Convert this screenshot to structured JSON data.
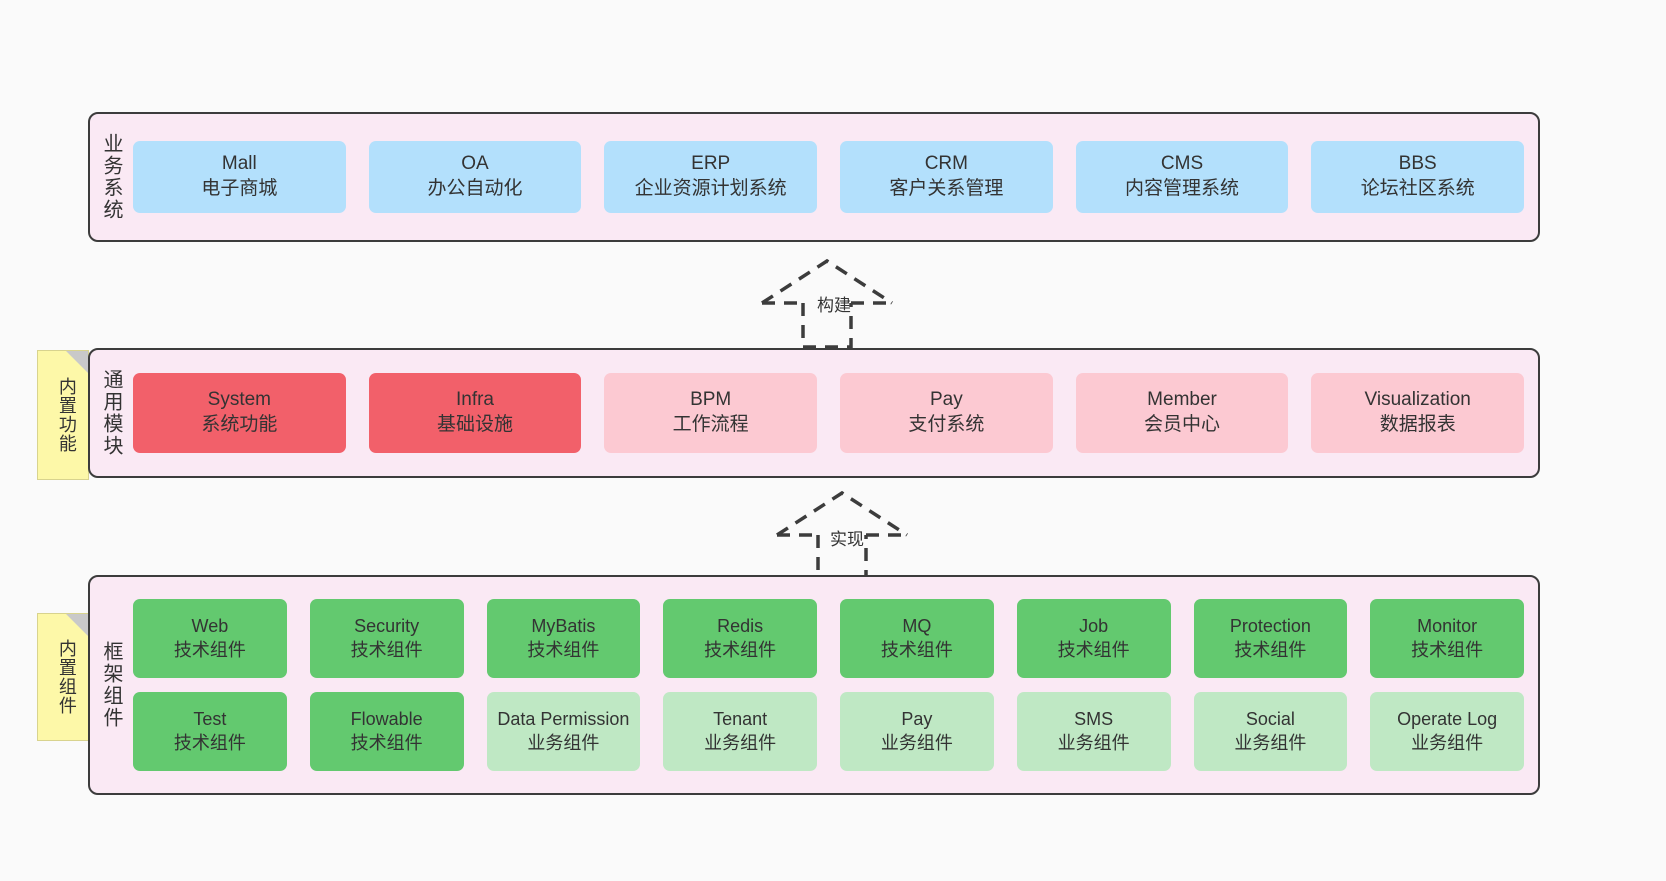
{
  "diagram": {
    "background_color": "#fafafa",
    "layer_fill": "#fae9f4",
    "layer_border": "#3c3c3c",
    "note_fill": "#fdf8a8",
    "colors": {
      "business": "#b3e0fc",
      "module_core": "#f2606a",
      "module_optional": "#fcc9d2",
      "component_tech": "#63c96f",
      "component_business": "#bfe8c4"
    }
  },
  "layers": {
    "business": {
      "title": "业务系统",
      "nodes": [
        {
          "en": "Mall",
          "cn": "电子商城",
          "color": "blue"
        },
        {
          "en": "OA",
          "cn": "办公自动化",
          "color": "blue"
        },
        {
          "en": "ERP",
          "cn": "企业资源计划系统",
          "color": "blue"
        },
        {
          "en": "CRM",
          "cn": "客户关系管理",
          "color": "blue"
        },
        {
          "en": "CMS",
          "cn": "内容管理系统",
          "color": "blue"
        },
        {
          "en": "BBS",
          "cn": "论坛社区系统",
          "color": "blue"
        }
      ]
    },
    "modules": {
      "title": "通用模块",
      "note": "内置功能",
      "nodes": [
        {
          "en": "System",
          "cn": "系统功能",
          "color": "red"
        },
        {
          "en": "Infra",
          "cn": "基础设施",
          "color": "red"
        },
        {
          "en": "BPM",
          "cn": "工作流程",
          "color": "pink"
        },
        {
          "en": "Pay",
          "cn": "支付系统",
          "color": "pink"
        },
        {
          "en": "Member",
          "cn": "会员中心",
          "color": "pink"
        },
        {
          "en": "Visualization",
          "cn": "数据报表",
          "color": "pink"
        }
      ]
    },
    "framework": {
      "title": "框架组件",
      "note": "内置组件",
      "row1": [
        {
          "en": "Web",
          "cn": "技术组件",
          "color": "green"
        },
        {
          "en": "Security",
          "cn": "技术组件",
          "color": "green"
        },
        {
          "en": "MyBatis",
          "cn": "技术组件",
          "color": "green"
        },
        {
          "en": "Redis",
          "cn": "技术组件",
          "color": "green"
        },
        {
          "en": "MQ",
          "cn": "技术组件",
          "color": "green"
        },
        {
          "en": "Job",
          "cn": "技术组件",
          "color": "green"
        },
        {
          "en": "Protection",
          "cn": "技术组件",
          "color": "green"
        },
        {
          "en": "Monitor",
          "cn": "技术组件",
          "color": "green"
        }
      ],
      "row2": [
        {
          "en": "Test",
          "cn": "技术组件",
          "color": "green"
        },
        {
          "en": "Flowable",
          "cn": "技术组件",
          "color": "green"
        },
        {
          "en": "Data Permission",
          "cn": "业务组件",
          "color": "greenlight"
        },
        {
          "en": "Tenant",
          "cn": "业务组件",
          "color": "greenlight"
        },
        {
          "en": "Pay",
          "cn": "业务组件",
          "color": "greenlight"
        },
        {
          "en": "SMS",
          "cn": "业务组件",
          "color": "greenlight"
        },
        {
          "en": "Social",
          "cn": "业务组件",
          "color": "greenlight"
        },
        {
          "en": "Operate Log",
          "cn": "业务组件",
          "color": "greenlight"
        }
      ]
    }
  },
  "connectors": [
    {
      "id": "build",
      "label": "构建",
      "style": "dashed-generalization",
      "direction": "up"
    },
    {
      "id": "implement",
      "label": "实现",
      "style": "dashed-generalization",
      "direction": "up"
    }
  ]
}
